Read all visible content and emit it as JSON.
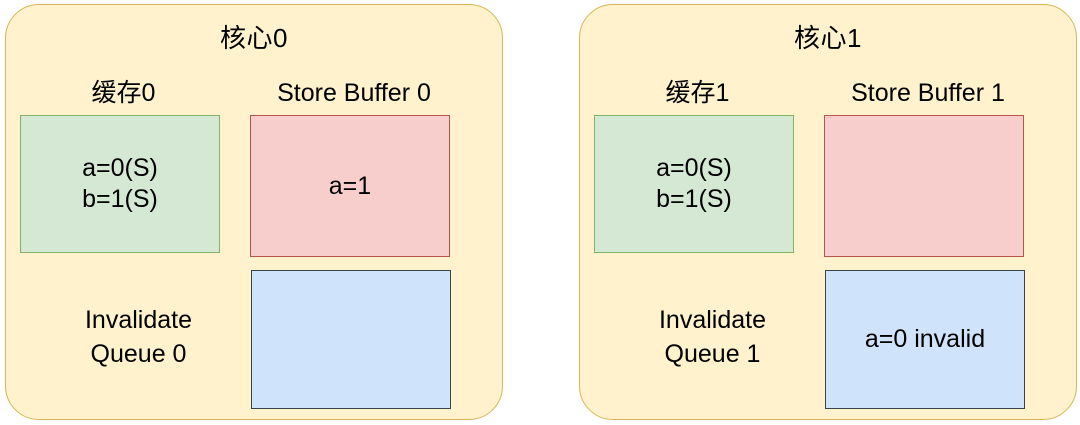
{
  "diagram": {
    "type": "cpu-cache-coherence-state",
    "background": "#ffffff",
    "colors": {
      "core_fill": "#fff2cc",
      "core_border": "#d6b656",
      "cache_fill": "#d5e8d4",
      "cache_border": "#82b366",
      "store_buffer_fill": "#f8cecc",
      "store_buffer_border": "#b85450",
      "invalidate_queue_fill": "#cfe4fb",
      "invalidate_queue_border": "#3c4249",
      "text": "#000000"
    }
  },
  "cores": [
    {
      "title": "核心0",
      "cache": {
        "caption": "缓存0",
        "lines": "a=0(S)\nb=1(S)"
      },
      "store_buffer": {
        "caption": "Store Buffer 0",
        "content": "a=1"
      },
      "invalidate_queue": {
        "caption": "Invalidate\nQueue 0",
        "content": ""
      }
    },
    {
      "title": "核心1",
      "cache": {
        "caption": "缓存1",
        "lines": "a=0(S)\nb=1(S)"
      },
      "store_buffer": {
        "caption": "Store Buffer 1",
        "content": ""
      },
      "invalidate_queue": {
        "caption": "Invalidate\nQueue 1",
        "content": "a=0 invalid"
      }
    }
  ]
}
